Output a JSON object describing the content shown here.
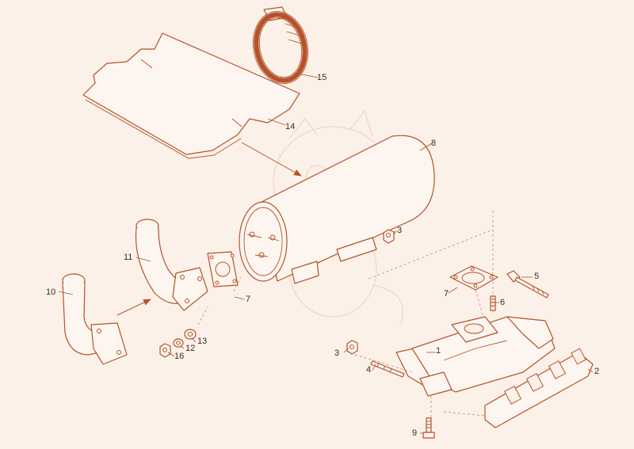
{
  "colors": {
    "background": "#fbf1e8",
    "line": "#b5522a",
    "label": "#3c2a20"
  },
  "callouts": [
    {
      "id": "1",
      "label": "1"
    },
    {
      "id": "2",
      "label": "2"
    },
    {
      "id": "3a",
      "label": "3"
    },
    {
      "id": "3b",
      "label": "3"
    },
    {
      "id": "4",
      "label": "4"
    },
    {
      "id": "5",
      "label": "5"
    },
    {
      "id": "6",
      "label": "6"
    },
    {
      "id": "7a",
      "label": "7"
    },
    {
      "id": "7b",
      "label": "7"
    },
    {
      "id": "8",
      "label": "8"
    },
    {
      "id": "9",
      "label": "9"
    },
    {
      "id": "10",
      "label": "10"
    },
    {
      "id": "11",
      "label": "11"
    },
    {
      "id": "12",
      "label": "12"
    },
    {
      "id": "13",
      "label": "13"
    },
    {
      "id": "14",
      "label": "14"
    },
    {
      "id": "15",
      "label": "15"
    },
    {
      "id": "16",
      "label": "16"
    }
  ]
}
